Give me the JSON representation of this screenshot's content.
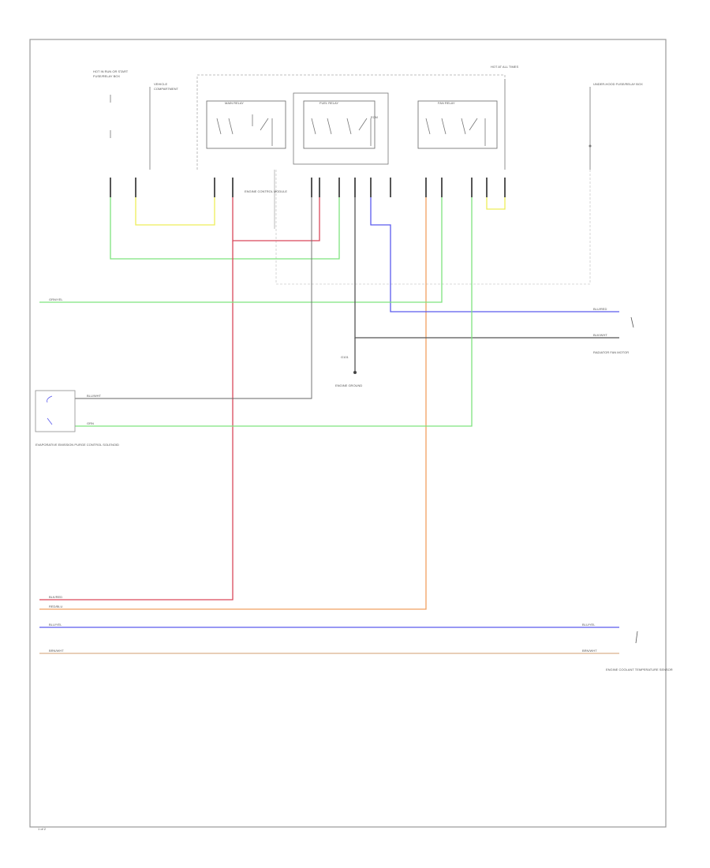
{
  "labels": {
    "hot_run_start": "HOT IN RUN OR START",
    "fuse_box": "FUSE/RELAY BOX",
    "left_text_1": "VEHICLE",
    "left_text_2": "COMPARTMENT",
    "hot_start": "HOT AT ALL TIMES",
    "relay_1": "MAIN RELAY",
    "relay_2": "FUEL RELAY",
    "relay_3": "FAN RELAY",
    "ground_note": "ENGINE CONTROL MODULE",
    "right_text": "UNDER-HOOD FUSE/RELAY BOX",
    "connector_mid": "ECM",
    "mid_ground": "G101",
    "mid_ground_desc": "ENGINE GROUND",
    "left_component": "EVAPORATIVE EMISSION PURGE CONTROL SOLENOID",
    "right_component_top": "RADIATOR FAN MOTOR",
    "right_component_bottom": "ENGINE COOLANT TEMPERATURE SENSOR",
    "wire_top_left": "GRN/YEL",
    "wire_mid_left_1": "BLU/WHT",
    "wire_mid_left_2": "GRN",
    "wire_right_1": "BLU/RED",
    "wire_right_2": "BLK/WHT",
    "wire_bottom_1": "BLK/RED",
    "wire_bottom_2": "RED/BLU",
    "wire_bottom_3": "BLU/YEL",
    "wire_bottom_4": "BRN/WHT",
    "wire_bottom_3r": "BLU/YEL",
    "wire_bottom_4r": "BRN/WHT",
    "page_no": "1 of 2"
  },
  "colors": {
    "green": "#7ee37e",
    "yellow": "#eded5a",
    "red": "#d9485a",
    "blue": "#5a5aee",
    "orange": "#f0a060",
    "brown": "#d9b08c",
    "pink": "#f08a95",
    "gray": "#555555",
    "frame": "#888888"
  }
}
